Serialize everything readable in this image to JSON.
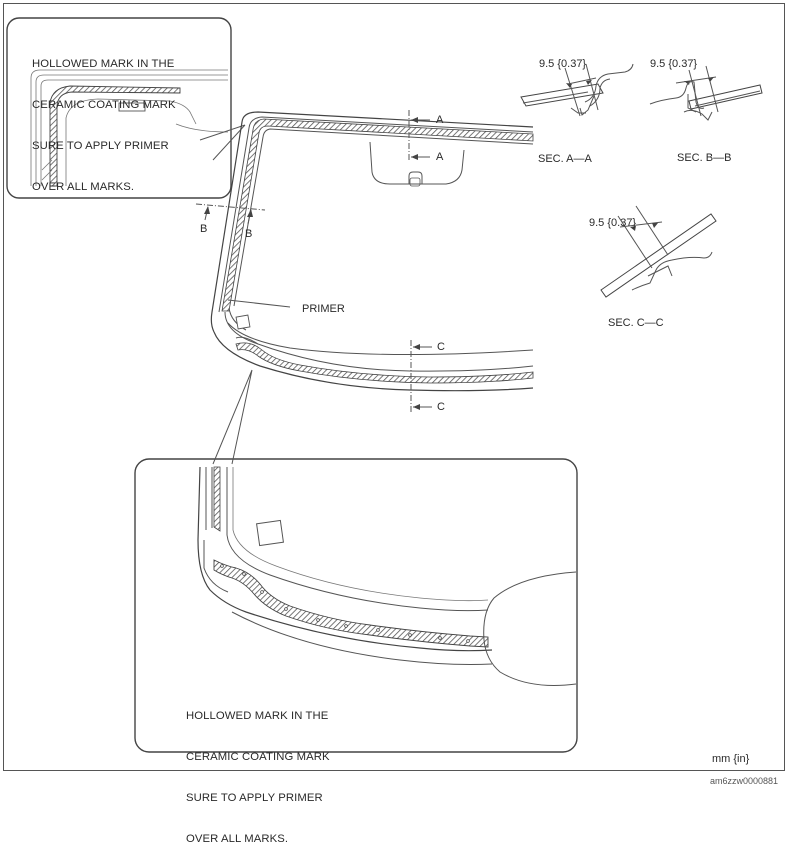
{
  "notes": {
    "top_left": [
      "HOLLOWED MARK IN THE",
      "CERAMIC COATING MARK",
      "SURE TO APPLY PRIMER",
      "OVER ALL MARKS."
    ],
    "bottom": [
      "HOLLOWED MARK IN THE",
      "CERAMIC COATING MARK",
      "SURE TO APPLY PRIMER",
      "OVER ALL MARKS."
    ]
  },
  "sections": {
    "aa": {
      "title": "SEC. A—A",
      "dimension": "9.5 {0.37}"
    },
    "bb": {
      "title": "SEC. B—B",
      "dimension": "9.5 {0.37}"
    },
    "cc": {
      "title": "SEC. C—C",
      "dimension": "9.5 {0.37}"
    }
  },
  "cut_labels": {
    "a1": "A",
    "a2": "A",
    "b1": "B",
    "b2": "B",
    "c1": "C",
    "c2": "C"
  },
  "primer_label": "PRIMER",
  "units_label": "mm {in}",
  "figure_code": "am6zzw0000881"
}
